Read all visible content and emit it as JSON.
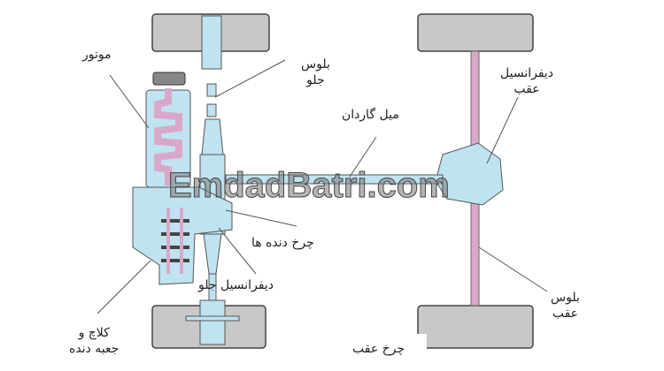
{
  "labels": {
    "engine": "موتور",
    "front_axle_1": "بلوس",
    "front_axle_2": "جلو",
    "driveshaft": "میل گاردان",
    "rear_diff_1": "دیفرانسیل",
    "rear_diff_2": "عقب",
    "gears": "چرخ دنده ها",
    "front_diff": "دیفرانسیل جلو",
    "clutch_1": "کلاچ و",
    "clutch_2": "جعبه دنده",
    "rear_axle_1": "بلوس",
    "rear_axle_2": "عقب",
    "rear_wheel": "چرخ عقب"
  },
  "watermark": "EmdadBatri.com",
  "colors": {
    "wheel": "#c8c8c8",
    "housing": "#bfe3f0",
    "shaft": "#d9a8c8",
    "line": "#555555"
  }
}
